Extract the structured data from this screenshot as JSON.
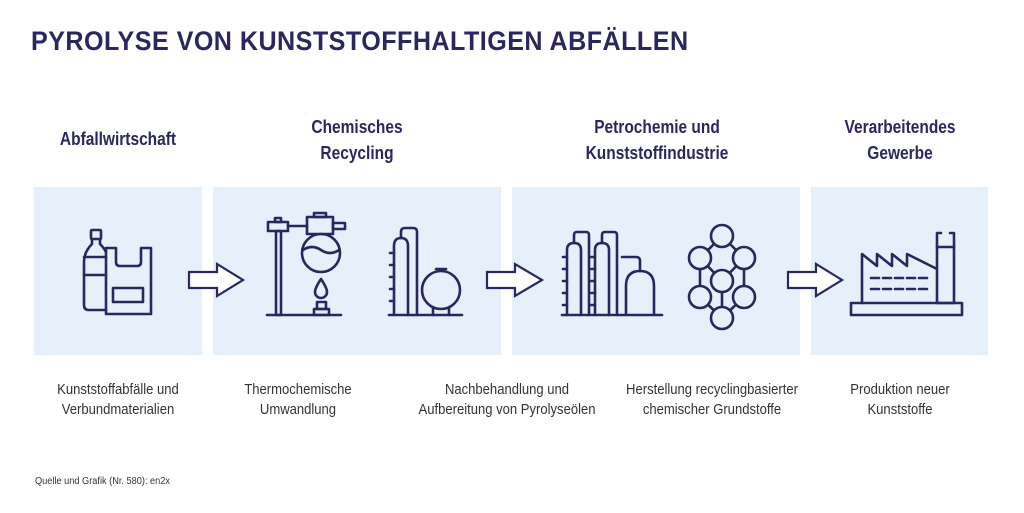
{
  "title": "PYROLYSE VON KUNSTSTOFFHALTIGEN ABFÄLLEN",
  "stages": [
    {
      "heading": [
        "Abfallwirtschaft"
      ],
      "icons": [
        "plastic-bottle-bag-icon"
      ]
    },
    {
      "heading": [
        "Chemisches",
        "Recycling"
      ],
      "icons": [
        "lab-flask-burner-icon",
        "reactor-tank-icon"
      ]
    },
    {
      "heading": [
        "Petrochemie und",
        "Kunststoffindustrie"
      ],
      "icons": [
        "refinery-columns-icon",
        "molecule-icon"
      ]
    },
    {
      "heading": [
        "Verarbeitendes",
        "Gewerbe"
      ],
      "icons": [
        "factory-icon"
      ]
    }
  ],
  "descriptions": [
    [
      "Kunststoffabfälle und",
      "Verbundmaterialien"
    ],
    [
      "Thermochemische",
      "Umwandlung"
    ],
    [
      "Nachbehandlung und",
      "Aufbereitung von Pyrolyseölen"
    ],
    [
      "Herstellung recyclingbasierter",
      "chemischer Grundstoffe"
    ],
    [
      "Produktion neuer",
      "Kunststoffe"
    ]
  ],
  "footer": "Quelle und Grafik (Nr. 580): en2x",
  "colors": {
    "navy": "#29275e",
    "panel": "#e6f0fb"
  }
}
